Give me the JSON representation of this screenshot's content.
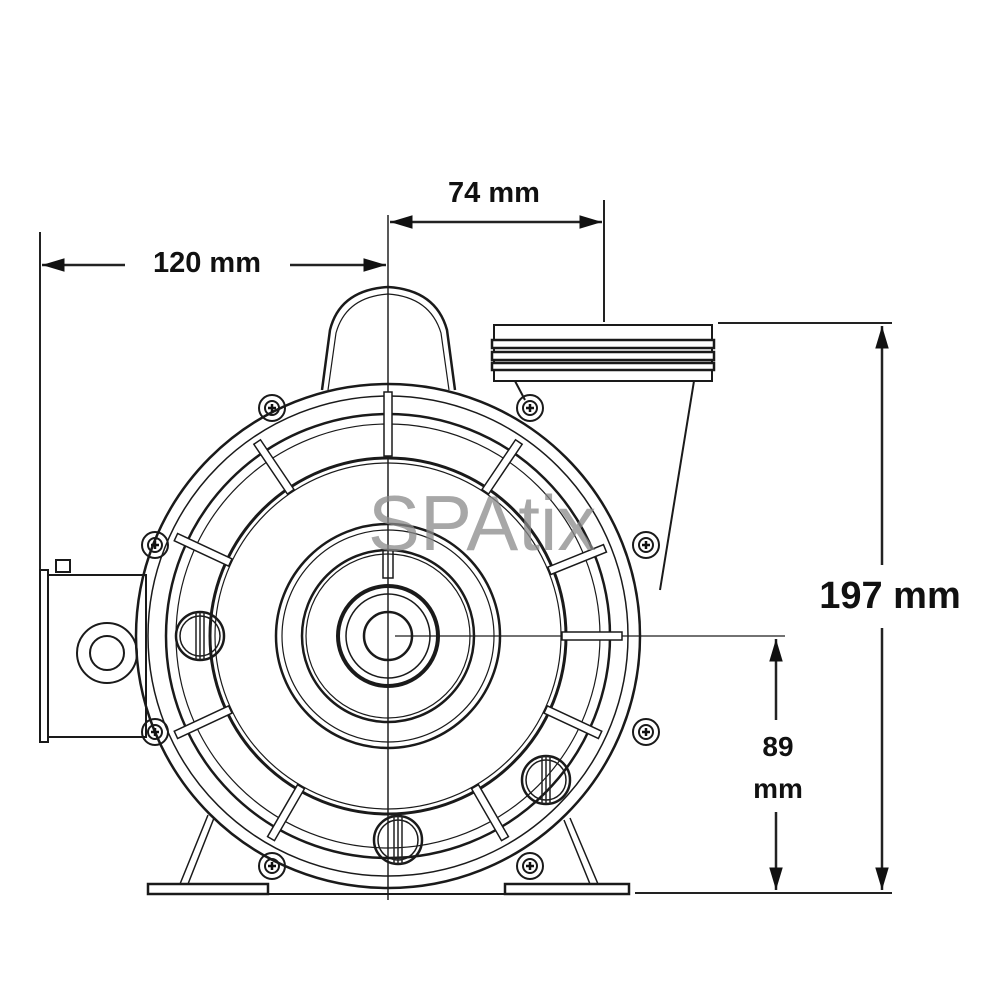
{
  "diagram": {
    "subject": "Spa pump front view technical drawing",
    "watermark": "SPAtix",
    "colors": {
      "line": "#1a1a1a",
      "background": "#ffffff",
      "watermark": "#8a8a8a"
    }
  },
  "dimensions": {
    "left_width": {
      "label": "120 mm",
      "value": 120,
      "unit": "mm"
    },
    "outlet_offset": {
      "label": "74 mm",
      "value": 74,
      "unit": "mm"
    },
    "total_height": {
      "label": "197 mm",
      "value": 197,
      "unit": "mm"
    },
    "shaft_height": {
      "label_value": "89",
      "label_unit": "mm",
      "value": 89
    }
  }
}
